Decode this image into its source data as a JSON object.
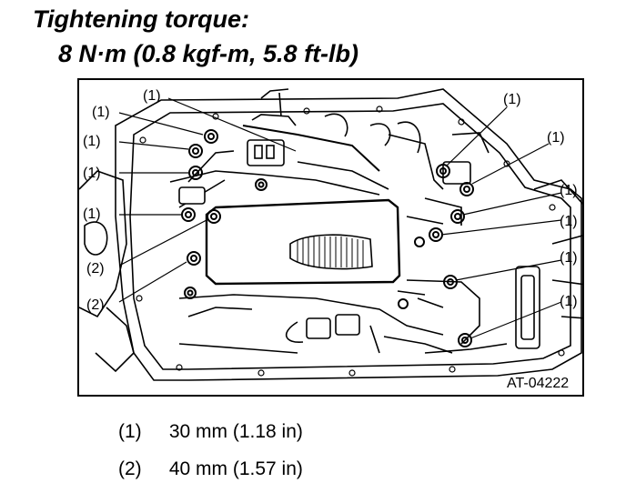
{
  "title": {
    "line1": "Tightening torque:",
    "line2": "8 N·m (0.8 kgf-m, 5.8 ft-lb)"
  },
  "diagram": {
    "callout_1": "(1)",
    "callout_2": "(2)",
    "figure_code": "AT-04222"
  },
  "legend": [
    {
      "key": "(1)",
      "value": "30 mm (1.18 in)"
    },
    {
      "key": "(2)",
      "value": "40 mm (1.57 in)"
    }
  ]
}
